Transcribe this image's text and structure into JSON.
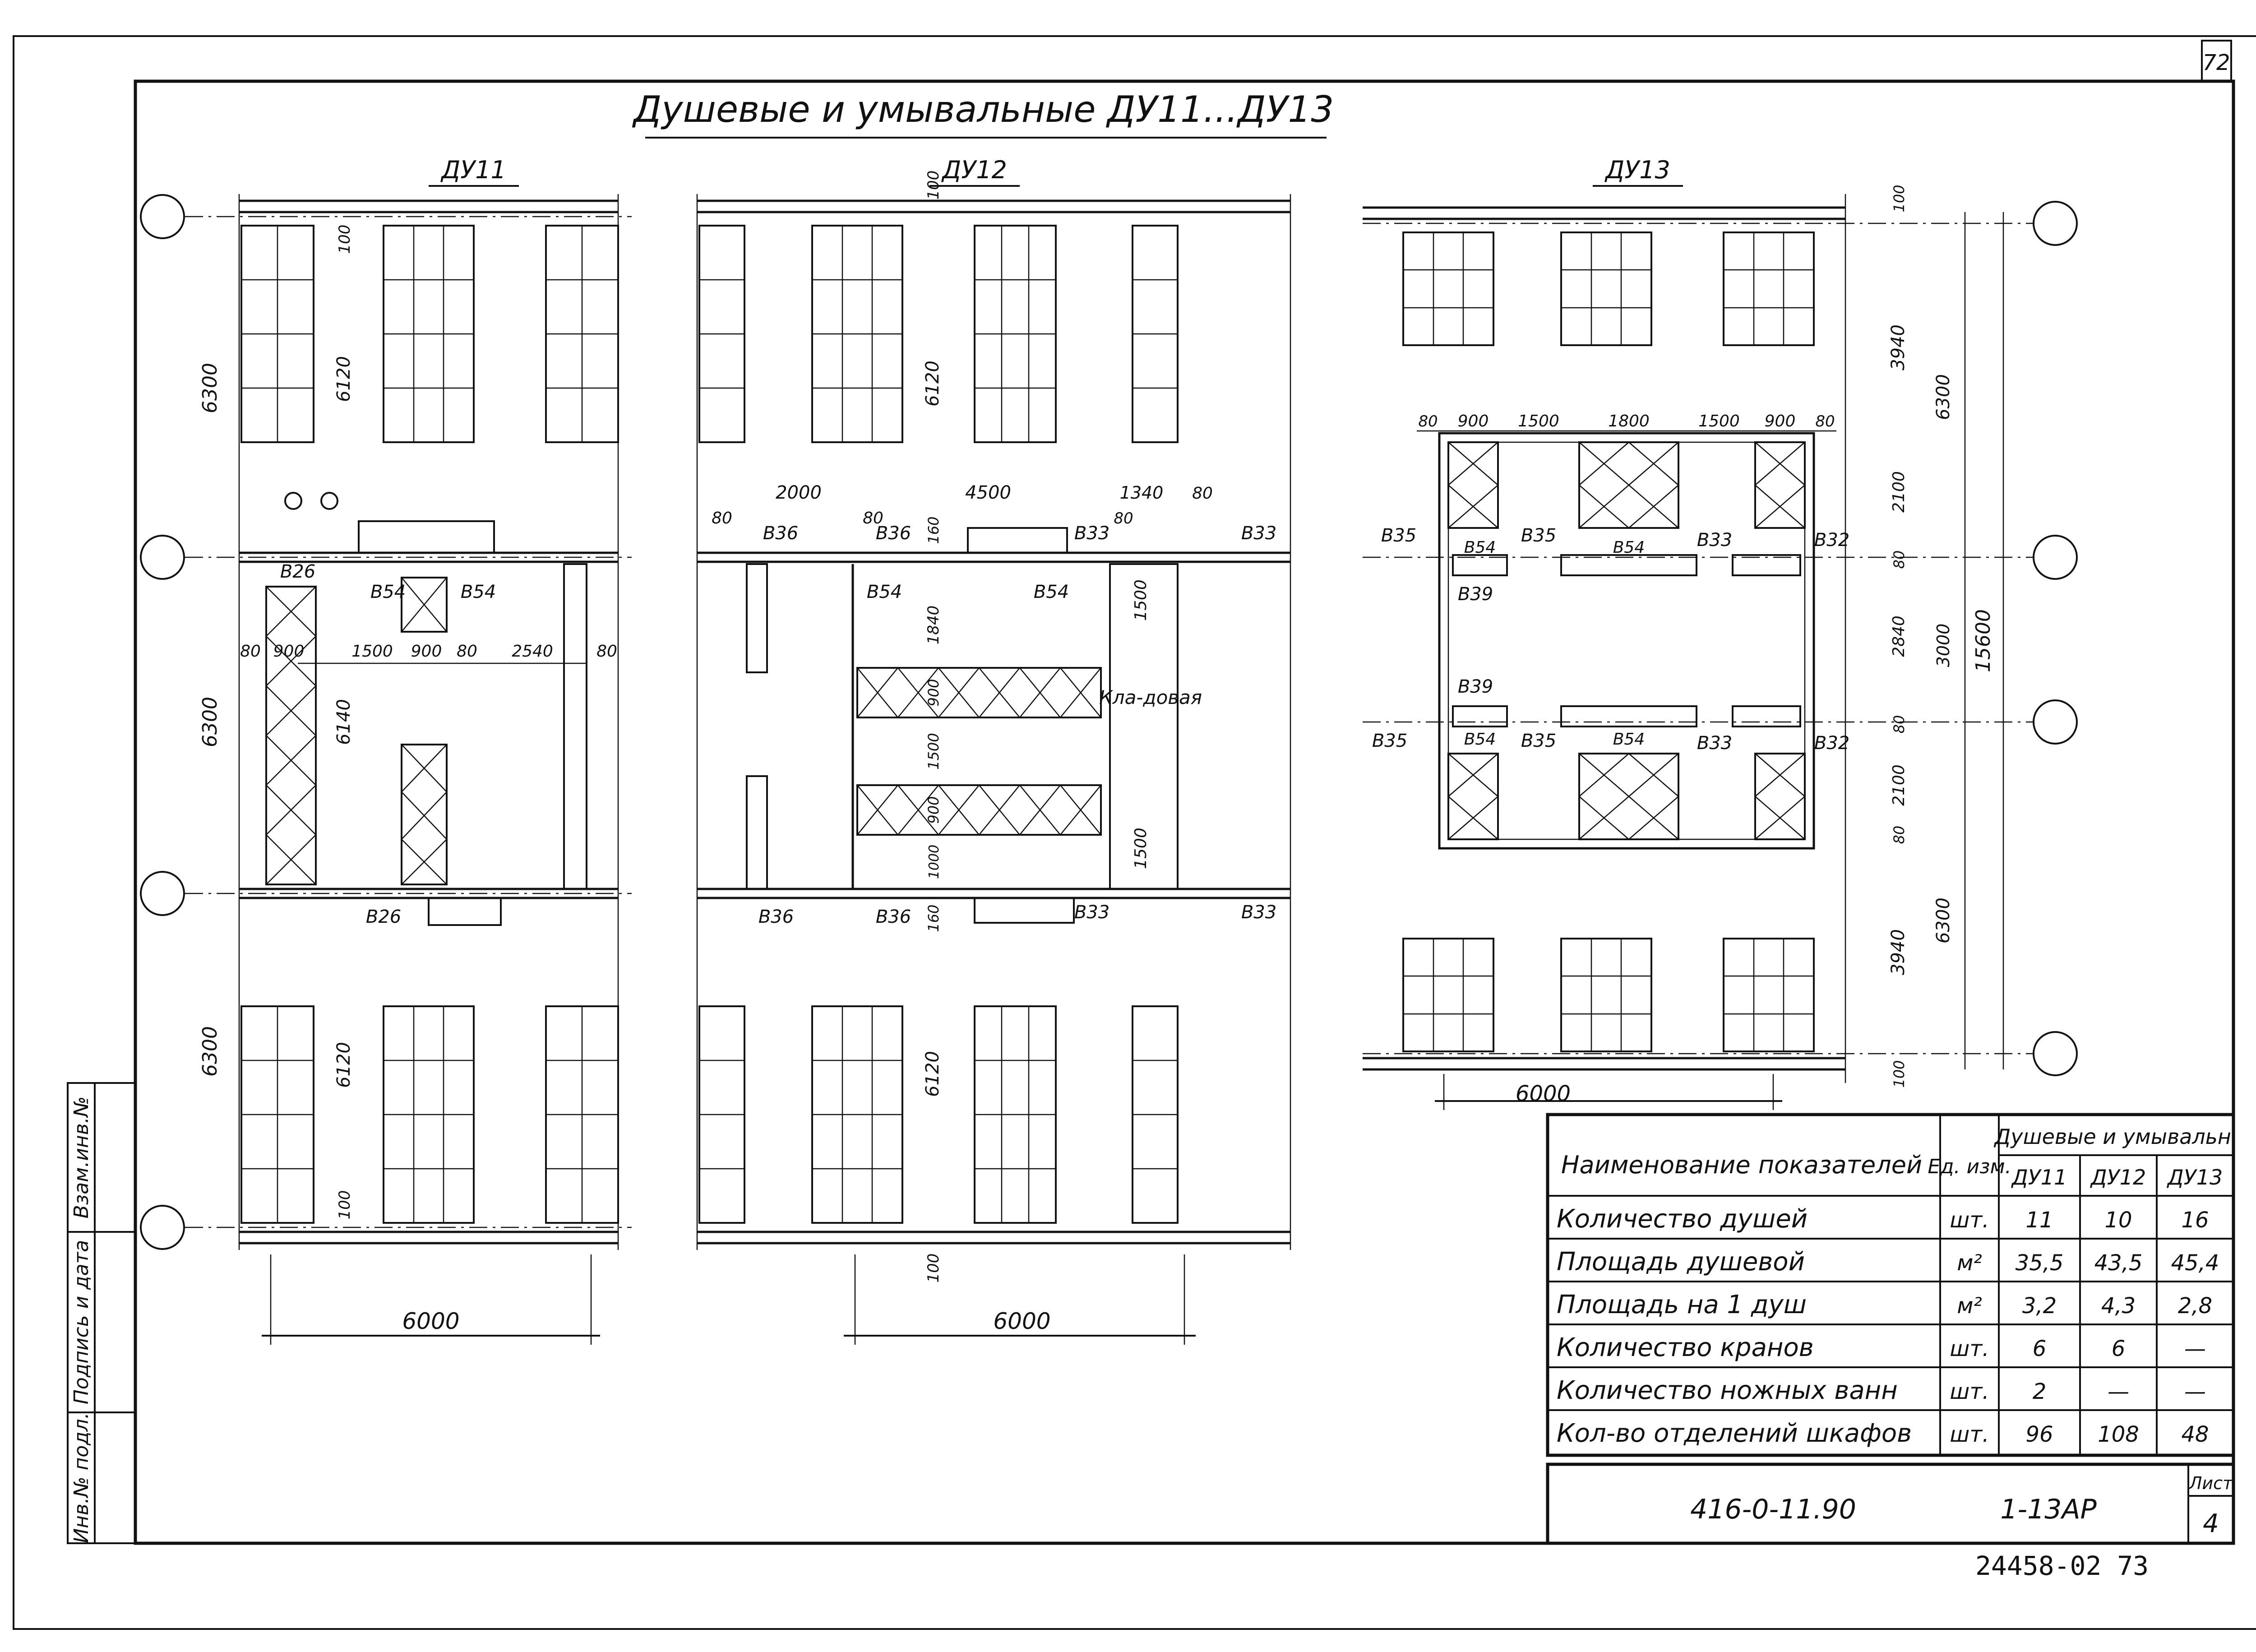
{
  "sheet": {
    "page_number": "72",
    "title": "Душевые и умывальные ДУ11...ДУ13",
    "stamp_number": "24458-02 73"
  },
  "plans": [
    {
      "name": "ДУ11",
      "dims_left": [
        "6300",
        "6300",
        "6300"
      ],
      "dims_inner": [
        "6120",
        "6140",
        "6120",
        "100",
        "100",
        "80",
        "80"
      ],
      "dims_room": [
        "80",
        "900",
        "1500",
        "900",
        "80",
        "2540",
        "80"
      ],
      "bottom_dim": "6000",
      "marks": [
        "В26",
        "В54",
        "В54",
        "В26"
      ]
    },
    {
      "name": "ДУ12",
      "dims_inner": [
        "6120",
        "6120",
        "100",
        "100",
        "160",
        "160",
        "1840",
        "900",
        "1500",
        "900",
        "1000"
      ],
      "dims_room": [
        "80",
        "2000",
        "80",
        "4500",
        "1340",
        "80",
        "80",
        "1500",
        "1500"
      ],
      "bottom_dim": "6000",
      "room_label": "Кла-довая",
      "marks": [
        "В36",
        "В36",
        "В54",
        "В33",
        "В54",
        "В33",
        "В36",
        "В36",
        "В33",
        "В33"
      ]
    },
    {
      "name": "ДУ13",
      "dims_right": [
        "3940",
        "6300",
        "2100",
        "80",
        "2840",
        "3000",
        "15600",
        "80",
        "2100",
        "80",
        "6300",
        "3940",
        "100",
        "100"
      ],
      "dims_room": [
        "80",
        "900",
        "1500",
        "1800",
        "1500",
        "900",
        "80"
      ],
      "bottom_dim": "6000",
      "marks": [
        "В35",
        "В54",
        "В35",
        "В54",
        "В33",
        "В32",
        "В39",
        "В39",
        "В35",
        "В54",
        "В35",
        "В54",
        "В33",
        "В32"
      ]
    }
  ],
  "side_stamp": {
    "col1": "Инв.№ подл.",
    "col2": "Подпись и дата",
    "col3": "Взам.инв.№"
  },
  "table": {
    "header_name": "Наименование показателей",
    "header_unit": "Ед. изм.",
    "header_group": "Душевые и умывальн.",
    "columns": [
      "ДУ11",
      "ДУ12",
      "ДУ13"
    ],
    "rows": [
      {
        "name": "Количество душей",
        "unit": "шт.",
        "values": [
          "11",
          "10",
          "16"
        ]
      },
      {
        "name": "Площадь душевой",
        "unit": "м²",
        "values": [
          "35,5",
          "43,5",
          "45,4"
        ]
      },
      {
        "name": "Площадь на 1 душ",
        "unit": "м²",
        "values": [
          "3,2",
          "4,3",
          "2,8"
        ]
      },
      {
        "name": "Количество кранов",
        "unit": "шт.",
        "values": [
          "6",
          "6",
          "—"
        ]
      },
      {
        "name": "Количество ножных ванн",
        "unit": "шт.",
        "values": [
          "2",
          "—",
          "—"
        ]
      },
      {
        "name": "Кол-во отделений шкафов",
        "unit": "шт.",
        "values": [
          "96",
          "108",
          "48"
        ]
      }
    ]
  },
  "title_block": {
    "doc_code": "416-0-11.90",
    "sheet_code": "1-13АР",
    "sheet_label": "Лист",
    "sheet_no": "4"
  }
}
